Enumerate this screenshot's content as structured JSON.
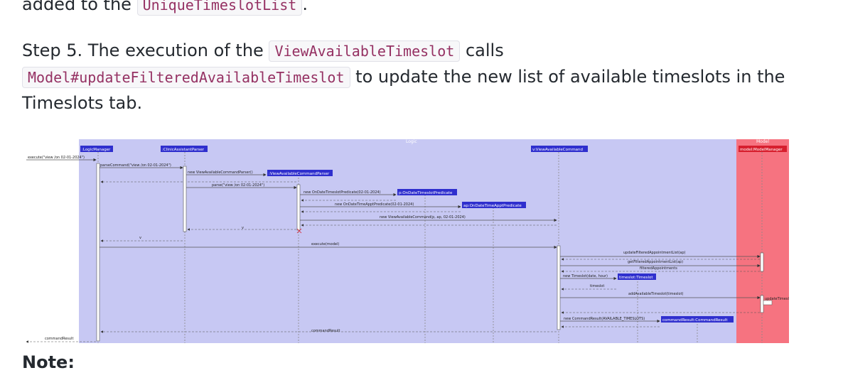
{
  "doc": {
    "prev_line_text": "added to the",
    "prev_line_code": "UniqueTimeslotList",
    "prev_line_end": ".",
    "step5_text_a": "Step 5. The execution of the",
    "step5_code_a": "ViewAvailableTimeslot",
    "step5_text_b": "calls",
    "step5_code_b": "Model#updateFilteredAvailableTimeslot",
    "step5_text_c": "to update the new list of available timeslots in the",
    "step5_text_d": "Timeslots tab.",
    "note_label": "Note:"
  },
  "diagram": {
    "logic_title": "Logic",
    "model_title": "Model",
    "participants": {
      "logic_manager": ":LogicManager",
      "parser": ":ClinicAssistantParser",
      "cmd_parser": ":ViewAvailableCommandParser",
      "timeslot_pred": "p:OnDateTimeslotPredicate",
      "appt_pred": "ap:OnDateTimeApptPredicate",
      "command": "v:ViewAvailableCommand",
      "model_manager": "model:ModelManager",
      "timeslot": "timeslot:Timeslot",
      "command_result": "commandResult:CommandResult"
    },
    "messages": {
      "execute": "execute(\"view /on 02-01-2024\")",
      "parse_command": "parseCommand(\"view /on 02-01-2024\")",
      "new_cmd_parser": "new ViewAvailableCommandParser()",
      "parse": "parse(\"view /on 02-01-2024\")",
      "new_timeslot_pred": "new OnDateTimeslotPredicate(02-01-2024)",
      "new_appt_pred": "new OnDateTimeApptPredicate(02-01-2024)",
      "new_command": "new ViewAvailableCommand(p, ap, 02-01-2024)",
      "return_v_1": "v",
      "return_v_2": "v",
      "execute_model": "execute(model)",
      "update_filtered": "updateFilteredAppointmentList(ap)",
      "get_filtered": "getFilteredAppointmentList(ap)",
      "filtered_appointments": "filteredAppointments",
      "new_timeslot": "new Timeslot(date, hour)",
      "timeslot_return": "timeslot",
      "add_available": "addAvailableTimeslot(timeslot)",
      "update_timeslot": "updateTimesl",
      "new_command_result": "new CommandResult(AVAILABLE_TIMESLOTS)",
      "command_result_return": "commandResult",
      "command_result_final": "commandResult"
    },
    "colors": {
      "logic_bg": "#c7c8f3",
      "model_bg": "#f67380",
      "participant": "#2f2fce",
      "model_participant": "#d71f2e"
    }
  }
}
